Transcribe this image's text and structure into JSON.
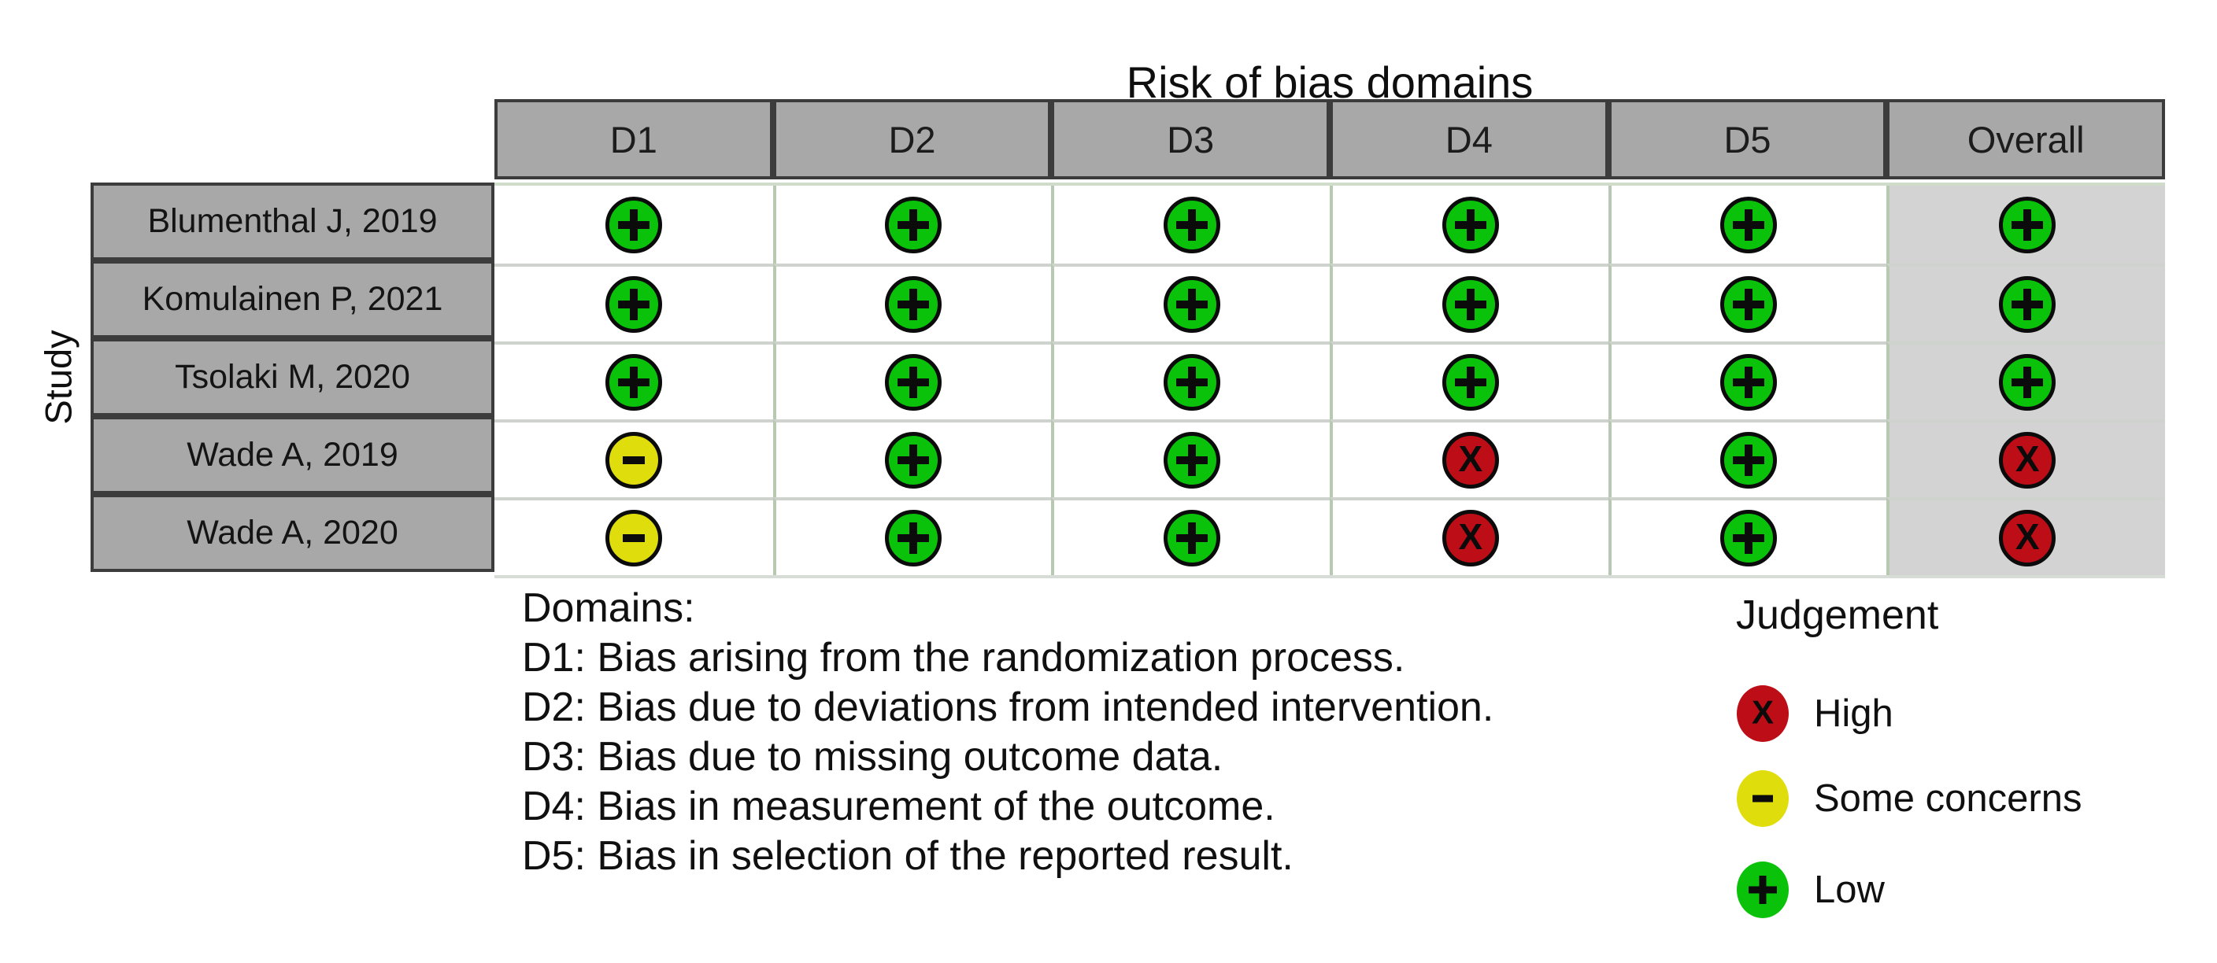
{
  "title": "Risk of bias domains",
  "y_axis_label": "Study",
  "table": {
    "columns": [
      "D1",
      "D2",
      "D3",
      "D4",
      "D5",
      "Overall"
    ],
    "rows": [
      {
        "study": "Blumenthal J, 2019",
        "judgements": [
          "low",
          "low",
          "low",
          "low",
          "low",
          "low"
        ]
      },
      {
        "study": "Komulainen P, 2021",
        "judgements": [
          "low",
          "low",
          "low",
          "low",
          "low",
          "low"
        ]
      },
      {
        "study": "Tsolaki M, 2020",
        "judgements": [
          "low",
          "low",
          "low",
          "low",
          "low",
          "low"
        ]
      },
      {
        "study": "Wade A, 2019",
        "judgements": [
          "some_concerns",
          "low",
          "low",
          "high",
          "low",
          "high"
        ]
      },
      {
        "study": "Wade A, 2020",
        "judgements": [
          "some_concerns",
          "low",
          "low",
          "high",
          "low",
          "high"
        ]
      }
    ]
  },
  "symbols": {
    "low": "+",
    "some_concerns": "-",
    "high": "X"
  },
  "colors": {
    "low": "#0ac20a",
    "some_concerns": "#e0dd0d",
    "high": "#bd0d16",
    "header_bg": "#a8a8a8",
    "label_bg": "#a8a8a8",
    "overall_column_bg": "#d3d3d3",
    "dark_border": "#3c3c3c",
    "grid_vertical": "#b7c9b0",
    "grid_horizontal": "#ced3ce"
  },
  "domains_legend": {
    "heading": "Domains:",
    "items": [
      "D1: Bias arising from the randomization process.",
      "D2: Bias due to deviations from intended intervention.",
      "D3: Bias due to missing outcome data.",
      "D4: Bias in measurement of the outcome.",
      "D5: Bias in selection of the reported result."
    ]
  },
  "judgement_legend": {
    "title": "Judgement",
    "items": [
      {
        "level": "high",
        "symbol": "X",
        "label": "High"
      },
      {
        "level": "some_concerns",
        "symbol": "-",
        "label": "Some concerns"
      },
      {
        "level": "low",
        "symbol": "+",
        "label": "Low"
      }
    ]
  },
  "chart_data": {
    "type": "heatmap",
    "title": "Risk of bias domains",
    "ylabel": "Study",
    "x_categories": [
      "D1",
      "D2",
      "D3",
      "D4",
      "D5",
      "Overall"
    ],
    "y_categories": [
      "Blumenthal J, 2019",
      "Komulainen P, 2021",
      "Tsolaki M, 2020",
      "Wade A, 2019",
      "Wade A, 2020"
    ],
    "values": [
      [
        "Low",
        "Low",
        "Low",
        "Low",
        "Low",
        "Low"
      ],
      [
        "Low",
        "Low",
        "Low",
        "Low",
        "Low",
        "Low"
      ],
      [
        "Low",
        "Low",
        "Low",
        "Low",
        "Low",
        "Low"
      ],
      [
        "Some concerns",
        "Low",
        "Low",
        "High",
        "Low",
        "High"
      ],
      [
        "Some concerns",
        "Low",
        "Low",
        "High",
        "Low",
        "High"
      ]
    ],
    "legend": [
      {
        "label": "High",
        "symbol": "X",
        "color": "#bd0d16"
      },
      {
        "label": "Some concerns",
        "symbol": "-",
        "color": "#e0dd0d"
      },
      {
        "label": "Low",
        "symbol": "+",
        "color": "#0ac20a"
      }
    ],
    "legend_position": "bottom-right",
    "grid": true
  }
}
